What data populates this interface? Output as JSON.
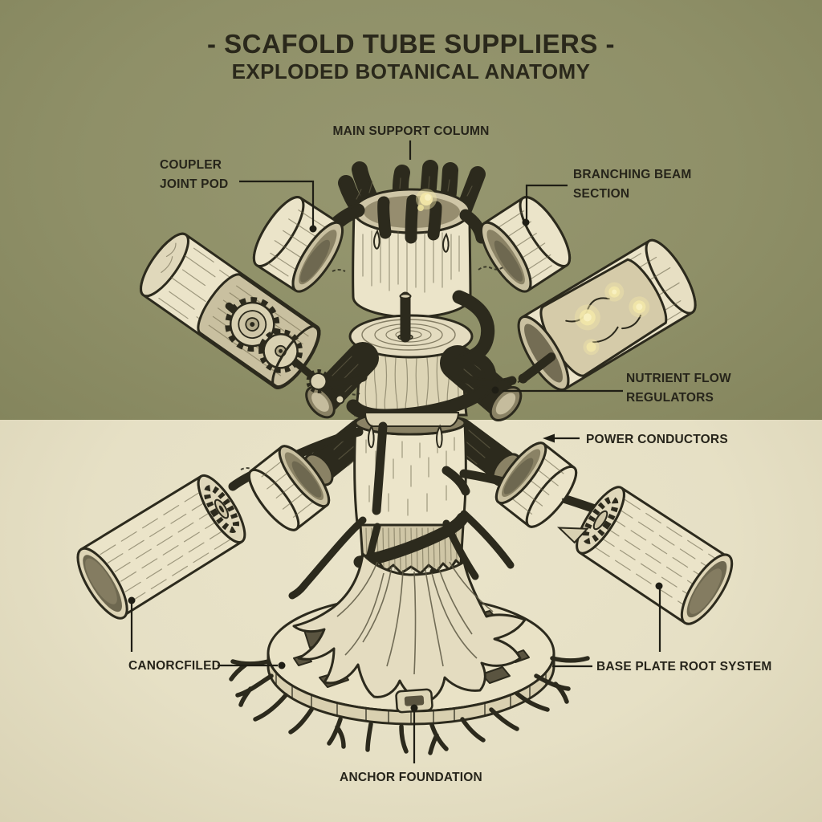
{
  "poster": {
    "title": "- SCAFOLD TUBE SUPPLIERS -",
    "subtitle": "EXPLODED BOTANICAL ANATOMY"
  },
  "labels": {
    "main_support_column": "MAIN SUPPORT COLUMN",
    "coupler_joint_pod": "COUPLER JOINT POD",
    "branching_beam_section": "BRANCHING BEAM SECTION",
    "nutrient_flow_regulators": "NUTRIENT FLOW REGULATORS",
    "power_conductors": "POWER CONDUCTORS",
    "canorcfiled": "CANORCFILED",
    "base_plate_root_system": "BASE PLATE ROOT SYSTEM",
    "anchor_foundation": "ANCHOR FOUNDATION"
  },
  "colors": {
    "background_top": "#8f9068",
    "background_bottom": "#e6e0c5",
    "ink": "#2c2a1d",
    "paper_light": "#ebe4c9",
    "paper_mid": "#d9d1b2",
    "paper_shade": "#c9c0a0",
    "interior_dark": "#6e6850",
    "glow": "#f2e7a8",
    "text": "#26241a"
  }
}
